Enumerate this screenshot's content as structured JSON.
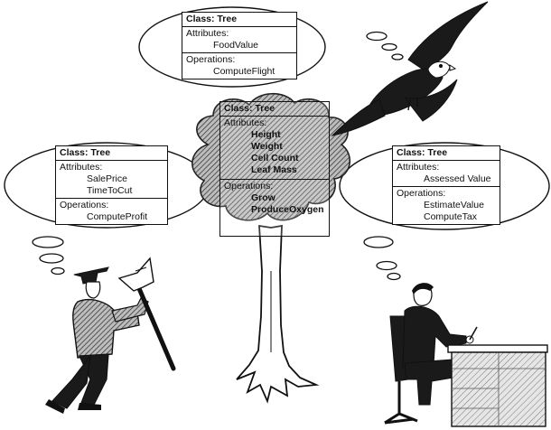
{
  "models": {
    "bird": {
      "class_label": "Class: Tree",
      "attributes_label": "Attributes:",
      "attributes": [
        "FoodValue"
      ],
      "operations_label": "Operations:",
      "operations": [
        "ComputeFlight"
      ]
    },
    "lumberjack": {
      "class_label": "Class: Tree",
      "attributes_label": "Attributes:",
      "attributes": [
        "SalePrice",
        "TimeToCut"
      ],
      "operations_label": "Operations:",
      "operations": [
        "ComputeProfit"
      ]
    },
    "tree": {
      "class_label": "Class: Tree",
      "attributes_label": "Attributes:",
      "attributes": [
        "Height",
        "Weight",
        "Cell Count",
        "Leaf Mass"
      ],
      "operations_label": "Operations:",
      "operations": [
        "Grow",
        "ProduceOxygen"
      ]
    },
    "assessor": {
      "class_label": "Class: Tree",
      "attributes_label": "Attributes:",
      "attributes": [
        "Assessed Value"
      ],
      "operations_label": "Operations:",
      "operations": [
        "EstimateValue",
        "ComputeTax"
      ]
    }
  },
  "figures": [
    "eagle",
    "lumberjack-with-axe",
    "tree",
    "tax-assessor-at-desk"
  ],
  "colors": {
    "ink": "#111111",
    "paper": "#ffffff",
    "hatch": "#6a6a6a"
  }
}
